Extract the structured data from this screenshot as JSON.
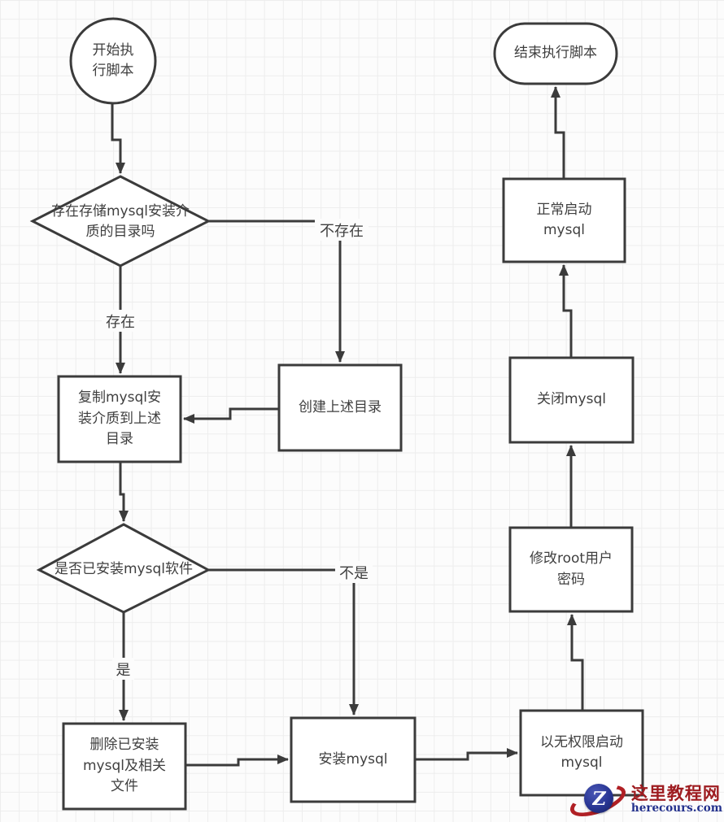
{
  "diagram": {
    "title_semantic": "mysql install script flowchart",
    "nodes": {
      "start": {
        "label": "开始执\n行脚本"
      },
      "check_dir": {
        "label": "存在存储mysql安装介\n质的目录吗"
      },
      "copy_media": {
        "label": "复制mysql安\n装介质到上述\n目录"
      },
      "create_dir": {
        "label": "创建上述目录"
      },
      "check_installed": {
        "label": "是否已安装mysql软件"
      },
      "remove_installed": {
        "label": "删除已安装\nmysql及相关\n文件"
      },
      "install_mysql": {
        "label": "安装mysql"
      },
      "start_nopriv": {
        "label": "以无权限启动\nmysql"
      },
      "change_password": {
        "label": "修改root用户\n密码"
      },
      "stop_mysql": {
        "label": "关闭mysql"
      },
      "start_normal": {
        "label": "正常启动\nmysql"
      },
      "end": {
        "label": "结束执行脚本"
      }
    },
    "edge_labels": {
      "dir_not_exists": "不存在",
      "dir_exists": "存在",
      "not_installed": "不是",
      "installed": "是"
    },
    "colors": {
      "stroke": "#3b3b3b",
      "node_fill": "#ffffff",
      "text": "#3f3f3f",
      "background": "#fcfcfc",
      "grid_line": "#ededed"
    }
  },
  "watermark": {
    "site_name": "这里教程网",
    "site_domain": "herecours.com",
    "logo_letter": "Z",
    "accent_red": "#b02025",
    "accent_navy": "#22308c"
  }
}
